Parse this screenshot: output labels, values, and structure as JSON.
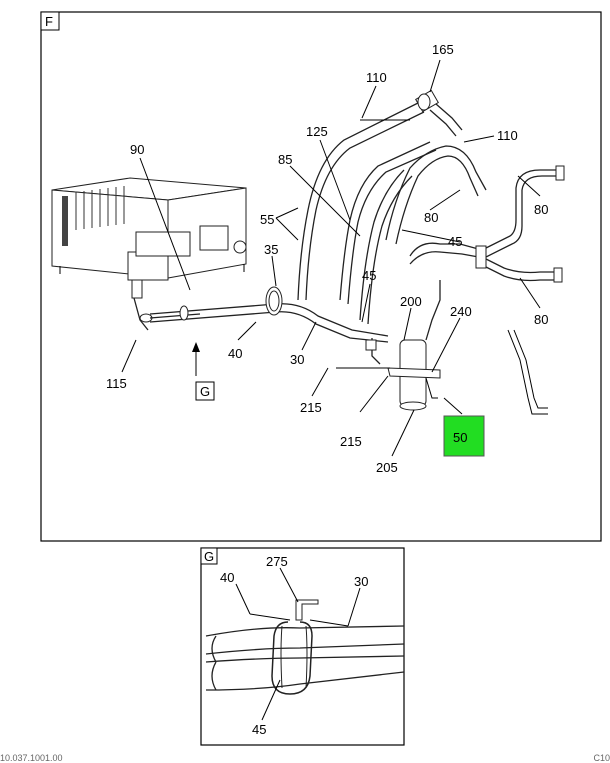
{
  "views": {
    "main": {
      "tag": "F"
    },
    "detail": {
      "tag": "G"
    }
  },
  "callouts": {
    "c165": "165",
    "c110a": "110",
    "c110b": "110",
    "c125": "125",
    "c90": "90",
    "c85": "85",
    "c55": "55",
    "c35": "35",
    "c45a": "45",
    "c45b": "45",
    "c80a": "80",
    "c80b": "80",
    "c80c": "80",
    "c200": "200",
    "c240": "240",
    "c115": "115",
    "c40": "40",
    "c30": "30",
    "c215a": "215",
    "c215b": "215",
    "c205": "205",
    "c50": "50",
    "cG": "G"
  },
  "detail_callouts": {
    "c275": "275",
    "c40": "40",
    "c30": "30",
    "c45": "45"
  },
  "highlight_color": "#22dd22",
  "footer": {
    "left": "10.037.1001.00",
    "right": "C10"
  }
}
